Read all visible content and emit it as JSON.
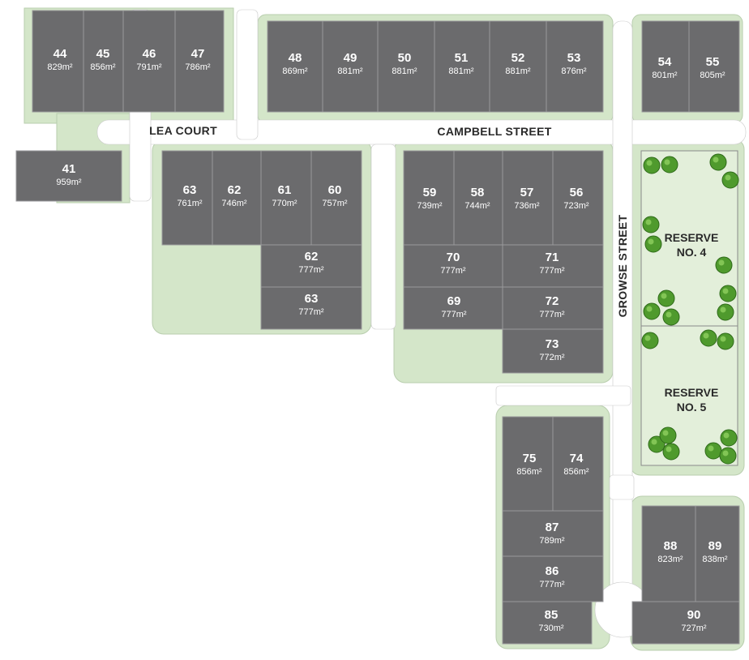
{
  "colors": {
    "lot": "#6b6b6d",
    "lot_stroke": "#9a9a9c",
    "verge": "#d4e6c9",
    "verge_edge": "#b9ceae",
    "road": "#ffffff",
    "reserve": "#e3efda",
    "tree": "#4f9a2d"
  },
  "area_unit": "m²",
  "streets": {
    "lea_court": "LEA COURT",
    "campbell_street": "CAMPBELL STREET",
    "growse_street": "GROWSE STREET"
  },
  "reserves": [
    {
      "id": "r4",
      "line1": "RESERVE",
      "line2": "NO. 4"
    },
    {
      "id": "r5",
      "line1": "RESERVE",
      "line2": "NO. 5"
    }
  ],
  "lots": [
    {
      "number": "44",
      "area": "829"
    },
    {
      "number": "45",
      "area": "856"
    },
    {
      "number": "46",
      "area": "791"
    },
    {
      "number": "47",
      "area": "786"
    },
    {
      "number": "48",
      "area": "869"
    },
    {
      "number": "49",
      "area": "881"
    },
    {
      "number": "50",
      "area": "881"
    },
    {
      "number": "51",
      "area": "881"
    },
    {
      "number": "52",
      "area": "881"
    },
    {
      "number": "53",
      "area": "876"
    },
    {
      "number": "54",
      "area": "801"
    },
    {
      "number": "55",
      "area": "805"
    },
    {
      "number": "41",
      "area": "959"
    },
    {
      "number": "63",
      "area": "761"
    },
    {
      "number": "62",
      "area": "746"
    },
    {
      "number": "61",
      "area": "770"
    },
    {
      "number": "60",
      "area": "757"
    },
    {
      "number": "62",
      "area": "777"
    },
    {
      "number": "63",
      "area": "777"
    },
    {
      "number": "59",
      "area": "739"
    },
    {
      "number": "58",
      "area": "744"
    },
    {
      "number": "57",
      "area": "736"
    },
    {
      "number": "56",
      "area": "723"
    },
    {
      "number": "70",
      "area": "777"
    },
    {
      "number": "71",
      "area": "777"
    },
    {
      "number": "69",
      "area": "777"
    },
    {
      "number": "72",
      "area": "777"
    },
    {
      "number": "73",
      "area": "772"
    },
    {
      "number": "75",
      "area": "856"
    },
    {
      "number": "74",
      "area": "856"
    },
    {
      "number": "87",
      "area": "789"
    },
    {
      "number": "86",
      "area": "777"
    },
    {
      "number": "85",
      "area": "730"
    },
    {
      "number": "88",
      "area": "823"
    },
    {
      "number": "89",
      "area": "838"
    },
    {
      "number": "90",
      "area": "727"
    }
  ]
}
